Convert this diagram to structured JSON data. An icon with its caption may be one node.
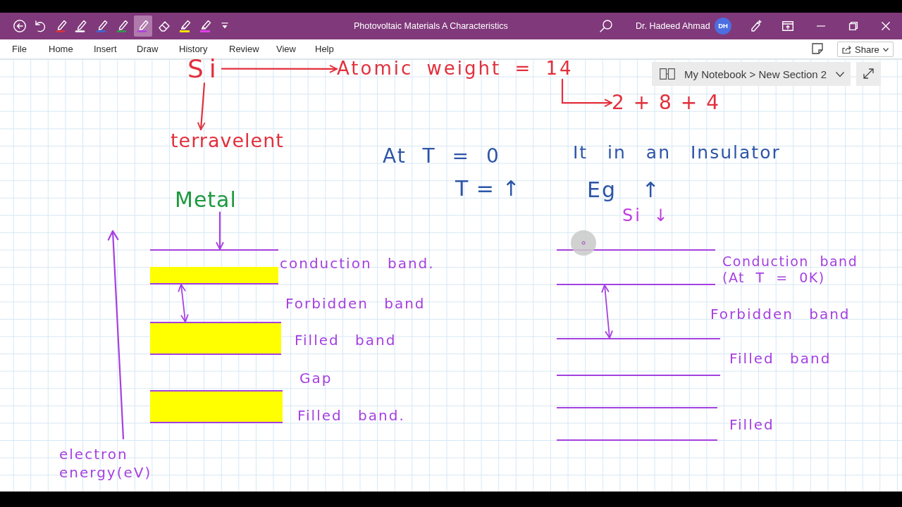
{
  "diagram": {
    "title": "Photovoltaic Materials A Characteristics",
    "nodes": [
      {
        "text": [
          "Si"
        ]
      },
      {
        "text": [
          "Atomic weight = 14"
        ]
      },
      {
        "text": [
          "terravelent"
        ]
      },
      {
        "text": [
          "2 + 8 + 4"
        ]
      },
      {
        "text": [
          "Metal"
        ]
      },
      {
        "text": [],
        "shape": "bar",
        "beside": [
          "conduction band."
        ]
      },
      {
        "text": [],
        "shape": "bar",
        "beside": [
          "Filled band"
        ]
      },
      {
        "text": [],
        "shape": "bar",
        "beside": [
          "Filled band."
        ]
      },
      {
        "text": [],
        "shape": "bar",
        "beside": [
          "Conduction band (At T = 0K)"
        ]
      },
      {
        "text": [],
        "shape": "bar",
        "beside": [
          "Filled band"
        ]
      },
      {
        "text": [],
        "shape": "bar",
        "beside": [
          "Filled"
        ]
      }
    ],
    "edges": [
      {
        "from": 0,
        "to": 1,
        "arrow": "to"
      },
      {
        "from": 0,
        "to": 2,
        "arrow": "to"
      },
      {
        "from": 1,
        "to": 3,
        "arrow": "to"
      },
      {
        "from": 4,
        "to": 5,
        "arrow": "to",
        "color": "#a540e0"
      },
      {
        "from": 5,
        "to": 6,
        "arrow": "both",
        "color": "#a540e0"
      },
      {
        "from": 8,
        "to": 9,
        "arrow": "both",
        "color": "#a540e0"
      }
    ],
    "labels": [
      "Dr. Hadeed Ahmad",
      "DH",
      "File",
      "Home",
      "Insert",
      "Draw",
      "History",
      "Review",
      "View",
      "Help",
      "Share",
      "My Notebook > New Section 2",
      "At T = 0",
      "It in an Insulator",
      "T = ↑",
      "Eg ↑",
      "Si ↓",
      "Forbidden band",
      "Forbidden band",
      "Gap",
      "electron energy(eV)"
    ]
  }
}
